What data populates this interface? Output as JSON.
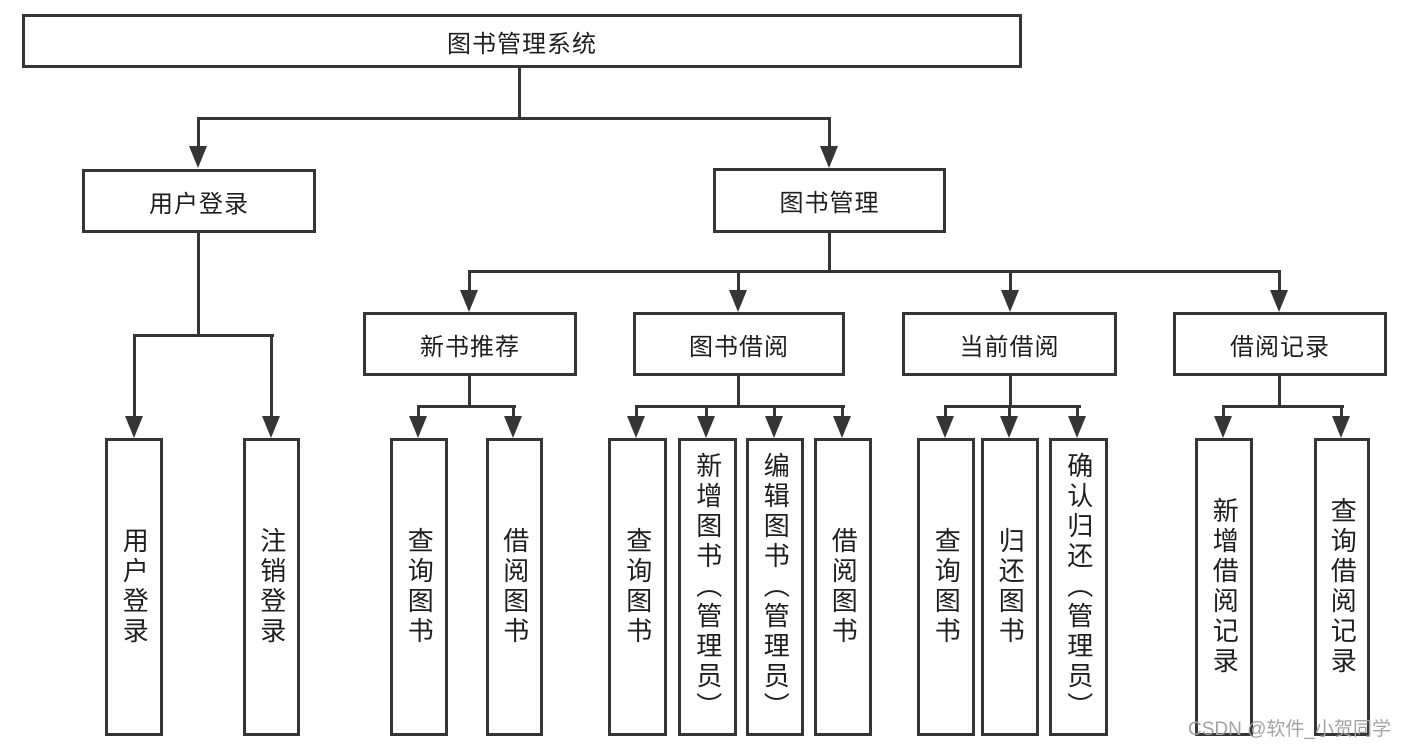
{
  "diagram_type": "functional-structure-tree",
  "colors": {
    "line": "#353535",
    "text": "#1e1e1e",
    "background": "#ffffff",
    "watermark": "#a3a3a3"
  },
  "watermark": "CSDN @软件_小贺同学",
  "tree": {
    "label": "图书管理系统",
    "children": [
      {
        "label": "用户登录",
        "children": [
          {
            "label": "用户登录"
          },
          {
            "label": "注销登录"
          }
        ]
      },
      {
        "label": "图书管理",
        "children": [
          {
            "label": "新书推荐",
            "children": [
              {
                "label": "查询图书"
              },
              {
                "label": "借阅图书"
              }
            ]
          },
          {
            "label": "图书借阅",
            "children": [
              {
                "label": "查询图书"
              },
              {
                "label": "新增图书（管理员）"
              },
              {
                "label": "编辑图书（管理员）"
              },
              {
                "label": "借阅图书"
              }
            ]
          },
          {
            "label": "当前借阅",
            "children": [
              {
                "label": "查询图书"
              },
              {
                "label": "归还图书"
              },
              {
                "label": "确认归还（管理员）"
              }
            ]
          },
          {
            "label": "借阅记录",
            "children": [
              {
                "label": "新增借阅记录"
              },
              {
                "label": "查询借阅记录"
              }
            ]
          }
        ]
      }
    ]
  }
}
